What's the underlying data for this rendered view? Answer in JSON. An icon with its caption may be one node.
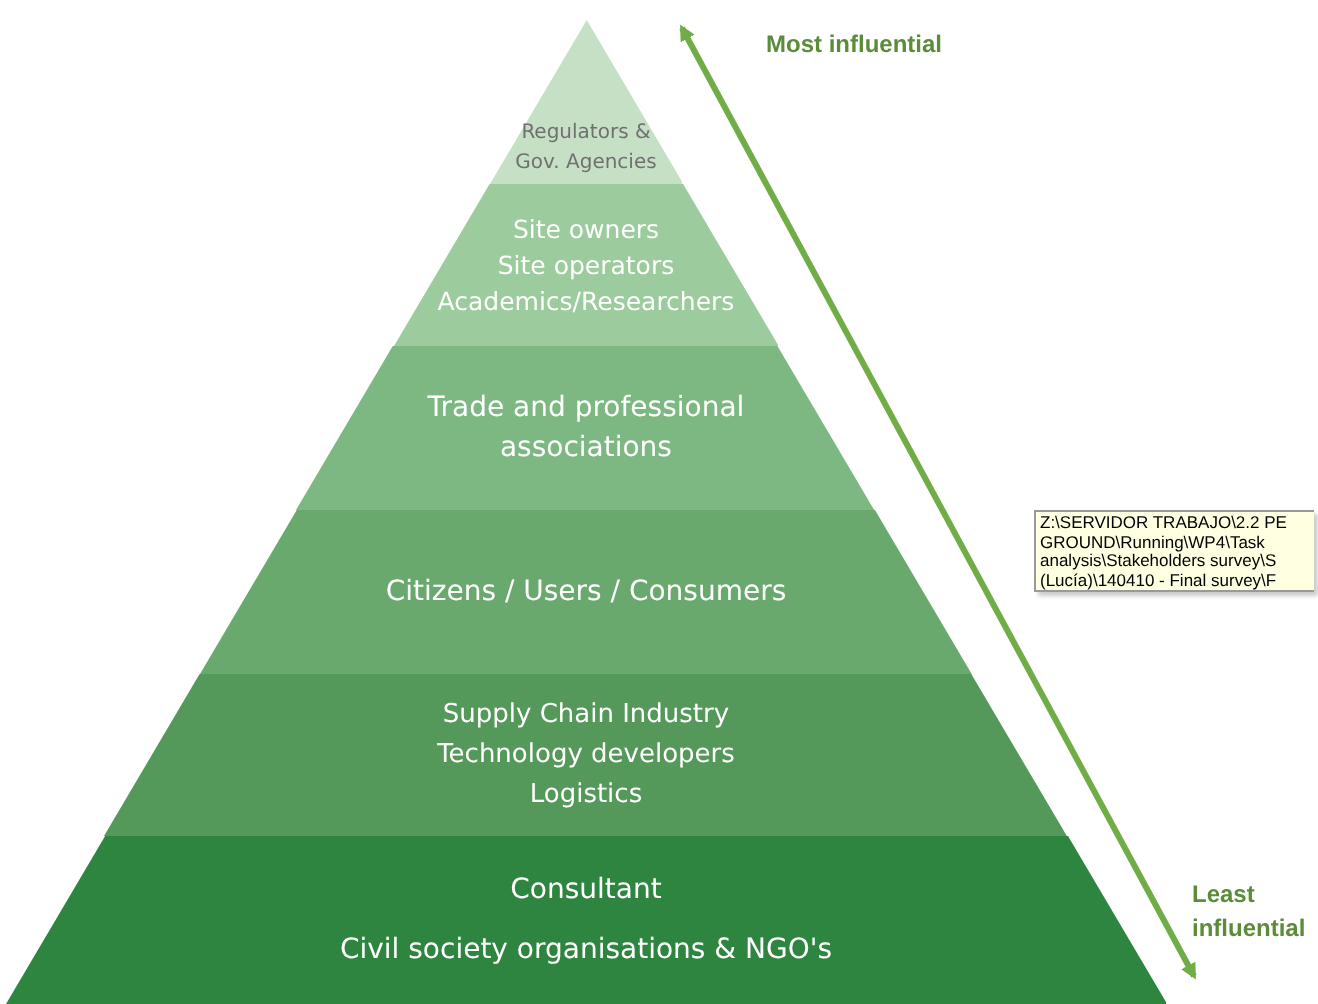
{
  "diagram": {
    "nodes": [
      {
        "text": [
          "Regulators & Gov. Agencies"
        ]
      },
      {
        "text": [
          "Site owners",
          "Site operators",
          "Academics/Researchers"
        ]
      },
      {
        "text": [
          "Trade and professional associations"
        ]
      },
      {
        "text": [
          "Citizens / Users / Consumers"
        ]
      },
      {
        "text": [
          "Supply Chain Industry",
          "Technology developers",
          "Logistics"
        ]
      },
      {
        "text": [
          "Consultant",
          "Civil society organisations & NGO's"
        ]
      }
    ],
    "edges": [],
    "labels": [
      "Most influential",
      "Least influential",
      "Z:\\SERVIDOR TRABAJO\\2.2 PE",
      "GROUND\\Running\\WP4\\Task",
      "analysis\\Stakeholders survey\\S",
      "(Lucía)\\140410 - Final survey\\F"
    ]
  }
}
